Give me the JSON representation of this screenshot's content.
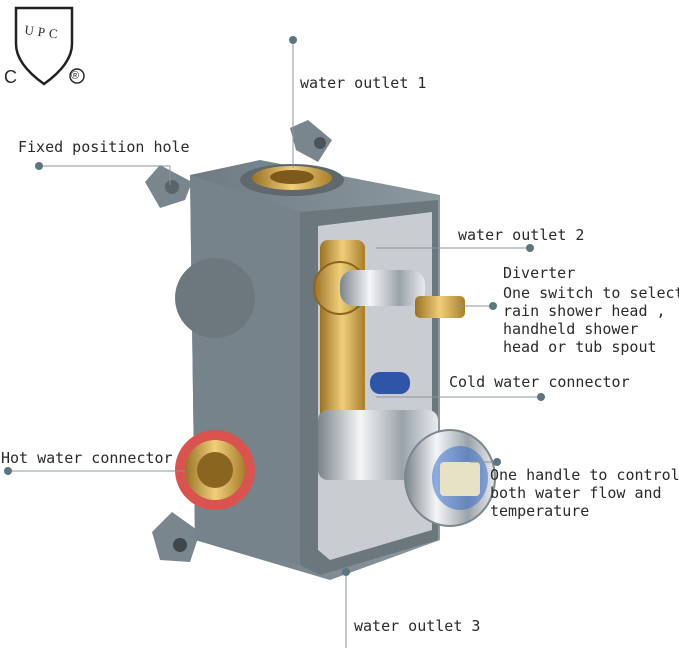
{
  "certification": {
    "mark_letters": "UPC",
    "c_mark": "C",
    "registered_mark": "®"
  },
  "labels": {
    "water_outlet_1": "water outlet 1",
    "fixed_position_hole": "Fixed position hole",
    "water_outlet_2": "water outlet 2",
    "diverter_title": "Diverter",
    "diverter_desc_1": "One switch to select",
    "diverter_desc_2": "rain shower head ,",
    "diverter_desc_3": "handheld shower",
    "diverter_desc_4": "head or tub spout",
    "cold_water_connector": "Cold water connector",
    "hot_water_connector": "Hot water connector",
    "handle_desc_1": "One handle to control",
    "handle_desc_2": "both water flow and",
    "handle_desc_3": "temperature",
    "water_outlet_3": "water outlet 3"
  },
  "colors": {
    "leader": "#8a969b",
    "dot": "#5d7580",
    "housing": "#7e8a91",
    "brass": "#c9a04a",
    "chrome": "#c8ccd0",
    "red_gasket": "#d9534f"
  }
}
